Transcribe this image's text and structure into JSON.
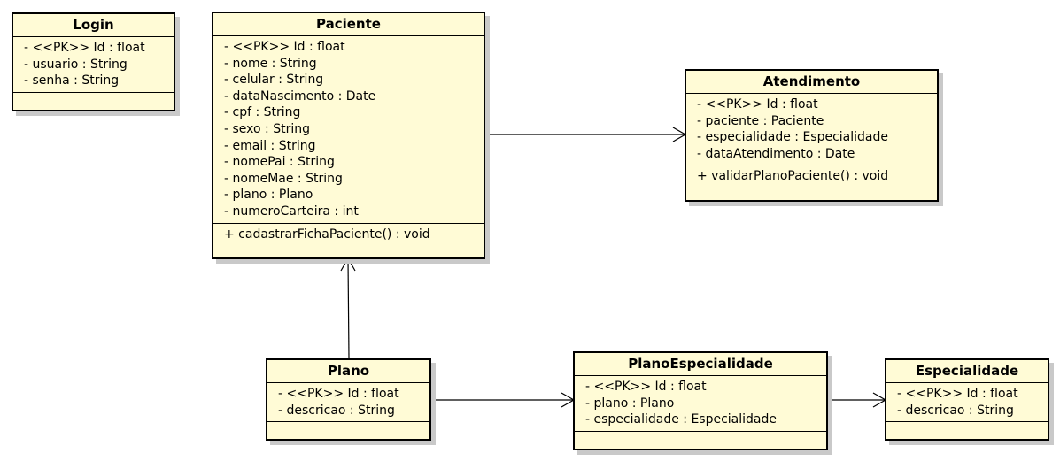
{
  "classes": {
    "login": {
      "name": "Login",
      "attributes": [
        "- <<PK>> Id : float",
        "- usuario : String",
        "- senha : String"
      ],
      "operations": []
    },
    "paciente": {
      "name": "Paciente",
      "attributes": [
        "- <<PK>> Id : float",
        "- nome : String",
        "- celular : String",
        "- dataNascimento : Date",
        "- cpf : String",
        "- sexo : String",
        "- email : String",
        "- nomePai : String",
        "- nomeMae : String",
        "- plano : Plano",
        "- numeroCarteira : int"
      ],
      "operations": [
        "+ cadastrarFichaPaciente() : void"
      ]
    },
    "atendimento": {
      "name": "Atendimento",
      "attributes": [
        "- <<PK>> Id : float",
        "- paciente : Paciente",
        "- especialidade : Especialidade",
        "- dataAtendimento : Date"
      ],
      "operations": [
        "+ validarPlanoPaciente() : void"
      ]
    },
    "plano": {
      "name": "Plano",
      "attributes": [
        "- <<PK>> Id : float",
        "- descricao : String"
      ],
      "operations": []
    },
    "planoespecialidade": {
      "name": "PlanoEspecialidade",
      "attributes": [
        "- <<PK>> Id : float",
        "- plano : Plano",
        "- especialidade : Especialidade"
      ],
      "operations": []
    },
    "especialidade": {
      "name": "Especialidade",
      "attributes": [
        "- <<PK>> Id : float",
        "- descricao : String"
      ],
      "operations": []
    }
  },
  "associations": [
    {
      "from": "paciente",
      "to": "atendimento"
    },
    {
      "from": "plano",
      "to": "paciente"
    },
    {
      "from": "plano",
      "to": "planoespecialidade"
    },
    {
      "from": "planoespecialidade",
      "to": "especialidade"
    }
  ]
}
